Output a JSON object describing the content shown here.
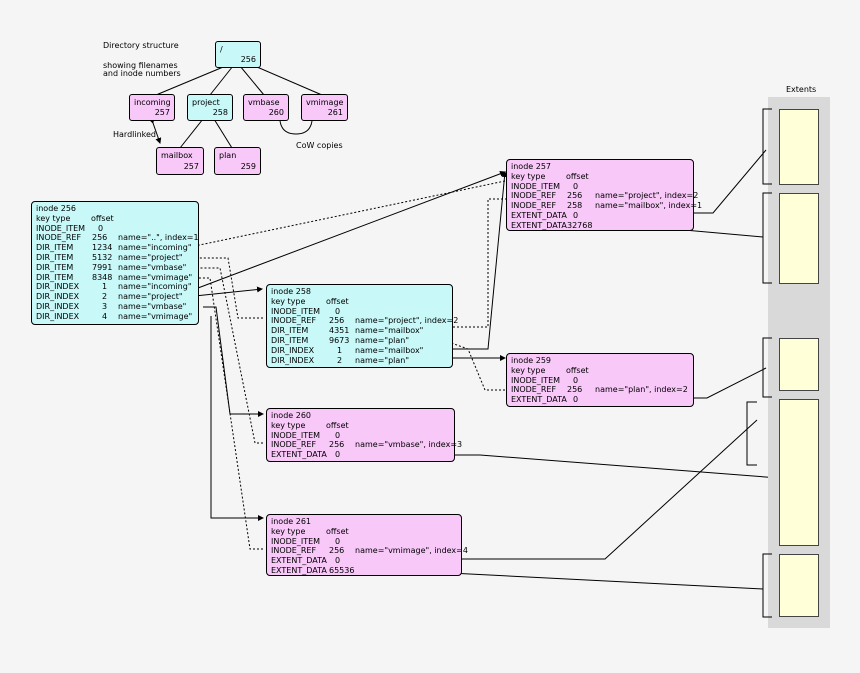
{
  "legend": {
    "title": "Directory structure",
    "subtitle_line1": "showing filenames",
    "subtitle_line2": "and inode numbers",
    "hardlinked": "Hardlinked",
    "cow": "CoW copies"
  },
  "extents_label": "Extents",
  "tree": [
    {
      "id": "root",
      "name": "/",
      "inode": "256",
      "color": "#c8f8f8"
    },
    {
      "id": "incoming",
      "name": "incoming",
      "inode": "257",
      "color": "#f8c8f8"
    },
    {
      "id": "project",
      "name": "project",
      "inode": "258",
      "color": "#c8f8f8"
    },
    {
      "id": "vmbase",
      "name": "vmbase",
      "inode": "260",
      "color": "#f8c8f8"
    },
    {
      "id": "vmimage",
      "name": "vmimage",
      "inode": "261",
      "color": "#f8c8f8"
    },
    {
      "id": "mailbox",
      "name": "mailbox",
      "inode": "257",
      "color": "#f8c8f8"
    },
    {
      "id": "plan",
      "name": "plan",
      "inode": "259",
      "color": "#f8c8f8"
    }
  ],
  "inodes": {
    "i256": {
      "title": "inode 256",
      "hdr_type": "key type",
      "hdr_offset": "offset",
      "rows": [
        {
          "type": "INODE_ITEM",
          "offset": "0",
          "detail": ""
        },
        {
          "type": "INODE_REF",
          "offset": "256",
          "detail": "name=\"..\", index=1"
        },
        {
          "type": "DIR_ITEM",
          "offset": "1234",
          "detail": "name=\"incoming\""
        },
        {
          "type": "DIR_ITEM",
          "offset": "5132",
          "detail": "name=\"project\""
        },
        {
          "type": "DIR_ITEM",
          "offset": "7991",
          "detail": "name=\"vmbase\""
        },
        {
          "type": "DIR_ITEM",
          "offset": "8348",
          "detail": "name=\"vmimage\""
        },
        {
          "type": "DIR_INDEX",
          "offset": "1",
          "detail": "name=\"incoming\""
        },
        {
          "type": "DIR_INDEX",
          "offset": "2",
          "detail": "name=\"project\""
        },
        {
          "type": "DIR_INDEX",
          "offset": "3",
          "detail": "name=\"vmbase\""
        },
        {
          "type": "DIR_INDEX",
          "offset": "4",
          "detail": "name=\"vmimage\""
        }
      ]
    },
    "i257": {
      "title": "inode 257",
      "hdr_type": "key type",
      "hdr_offset": "offset",
      "rows": [
        {
          "type": "INODE_ITEM",
          "offset": "0",
          "detail": ""
        },
        {
          "type": "INODE_REF",
          "offset": "256",
          "detail": "name=\"project\", index=2"
        },
        {
          "type": "INODE_REF",
          "offset": "258",
          "detail": "name=\"mailbox\", index=1"
        },
        {
          "type": "EXTENT_DATA",
          "offset": "0",
          "detail": ""
        },
        {
          "type": "EXTENT_DATA",
          "offset": "32768",
          "detail": ""
        }
      ]
    },
    "i258": {
      "title": "inode 258",
      "hdr_type": "key type",
      "hdr_offset": "offset",
      "rows": [
        {
          "type": "INODE_ITEM",
          "offset": "0",
          "detail": ""
        },
        {
          "type": "INODE_REF",
          "offset": "256",
          "detail": "name=\"project\", index=2"
        },
        {
          "type": "DIR_ITEM",
          "offset": "4351",
          "detail": "name=\"mailbox\""
        },
        {
          "type": "DIR_ITEM",
          "offset": "9673",
          "detail": "name=\"plan\""
        },
        {
          "type": "DIR_INDEX",
          "offset": "1",
          "detail": "name=\"mailbox\""
        },
        {
          "type": "DIR_INDEX",
          "offset": "2",
          "detail": "name=\"plan\""
        }
      ]
    },
    "i259": {
      "title": "inode 259",
      "hdr_type": "key type",
      "hdr_offset": "offset",
      "rows": [
        {
          "type": "INODE_ITEM",
          "offset": "0",
          "detail": ""
        },
        {
          "type": "INODE_REF",
          "offset": "256",
          "detail": "name=\"plan\", index=2"
        },
        {
          "type": "EXTENT_DATA",
          "offset": "0",
          "detail": ""
        }
      ]
    },
    "i260": {
      "title": "inode 260",
      "hdr_type": "key type",
      "hdr_offset": "offset",
      "rows": [
        {
          "type": "INODE_ITEM",
          "offset": "0",
          "detail": ""
        },
        {
          "type": "INODE_REF",
          "offset": "256",
          "detail": "name=\"vmbase\", index=3"
        },
        {
          "type": "EXTENT_DATA",
          "offset": "0",
          "detail": ""
        }
      ]
    },
    "i261": {
      "title": "inode 261",
      "hdr_type": "key type",
      "hdr_offset": "offset",
      "rows": [
        {
          "type": "INODE_ITEM",
          "offset": "0",
          "detail": ""
        },
        {
          "type": "INODE_REF",
          "offset": "256",
          "detail": "name=\"vmimage\", index=4"
        },
        {
          "type": "EXTENT_DATA",
          "offset": "0",
          "detail": ""
        },
        {
          "type": "EXTENT_DATA",
          "offset": "65536",
          "detail": ""
        }
      ]
    }
  },
  "colors": {
    "directory": "#c8f8f8",
    "file": "#f8c8f8",
    "extent": "#ffffd8",
    "extent_area": "#d9d9d9"
  }
}
